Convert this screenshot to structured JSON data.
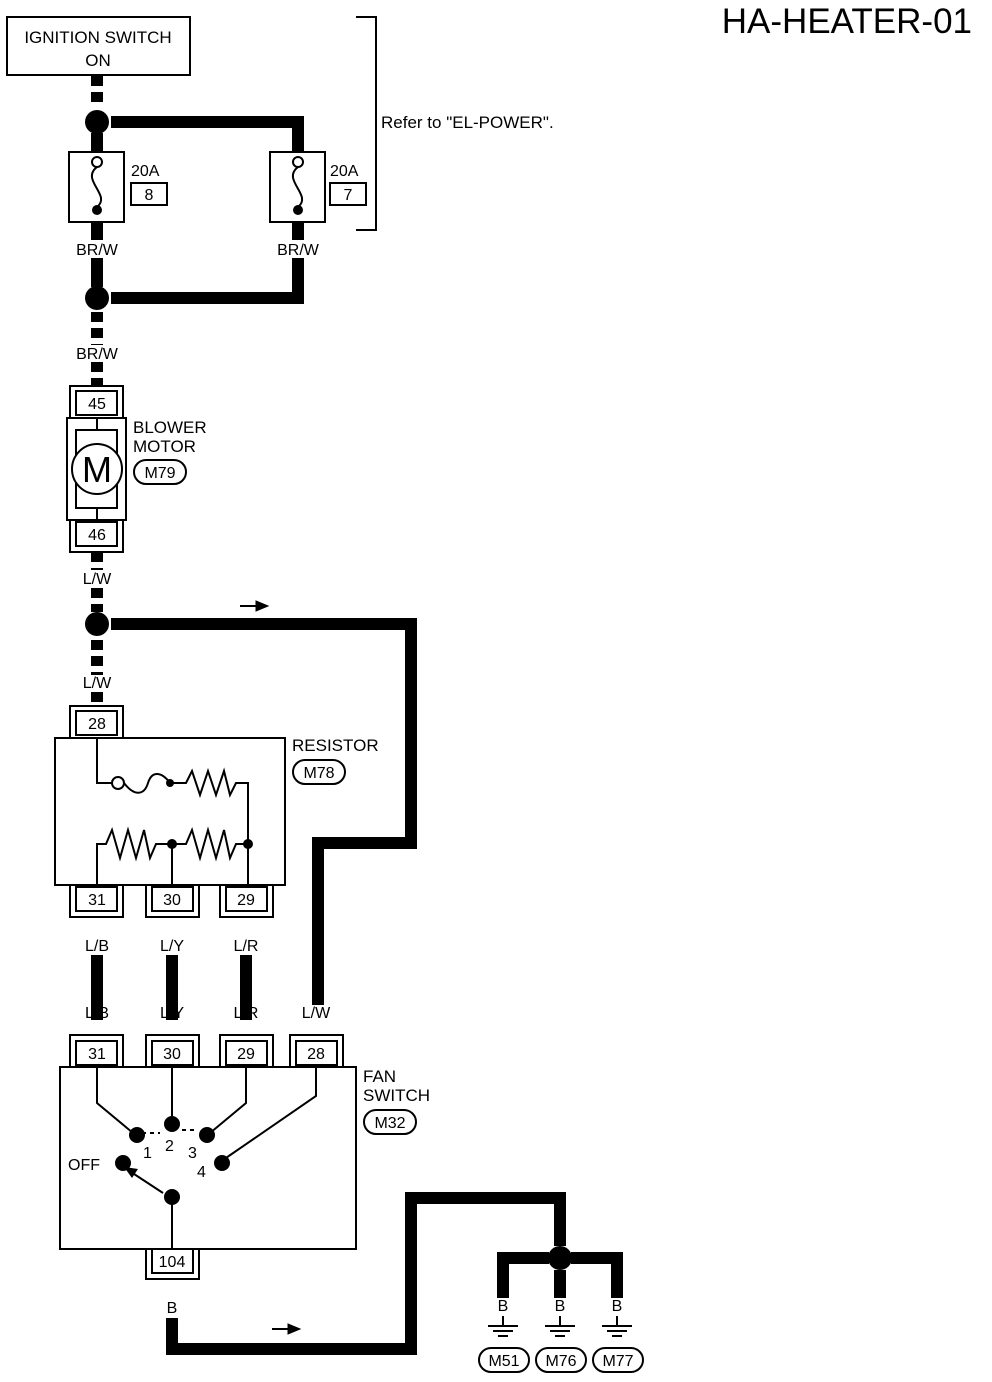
{
  "title": "HA-HEATER-01",
  "ignition": {
    "line1": "IGNITION SWITCH",
    "line2": "ON"
  },
  "refer_note": "Refer to \"EL-POWER\".",
  "fuses": [
    {
      "rating": "20A",
      "number": "8"
    },
    {
      "rating": "20A",
      "number": "7"
    }
  ],
  "wire_colors": {
    "brw": "BR/W",
    "lw": "L/W",
    "lb": "L/B",
    "ly": "L/Y",
    "lr": "L/R",
    "b": "B"
  },
  "blower_motor": {
    "line1": "BLOWER",
    "line2": "MOTOR",
    "connector": "M79",
    "symbol": "M",
    "term_in": "45",
    "term_out": "46"
  },
  "resistor": {
    "name": "RESISTOR",
    "connector": "M78",
    "term_in": "28",
    "terms": [
      "31",
      "30",
      "29"
    ]
  },
  "fan_switch": {
    "line1": "FAN",
    "line2": "SWITCH",
    "connector": "M32",
    "terms": [
      "31",
      "30",
      "29",
      "28"
    ],
    "ground_term": "104",
    "positions": [
      "OFF",
      "1",
      "2",
      "3",
      "4"
    ]
  },
  "grounds": [
    "M51",
    "M76",
    "M77"
  ]
}
